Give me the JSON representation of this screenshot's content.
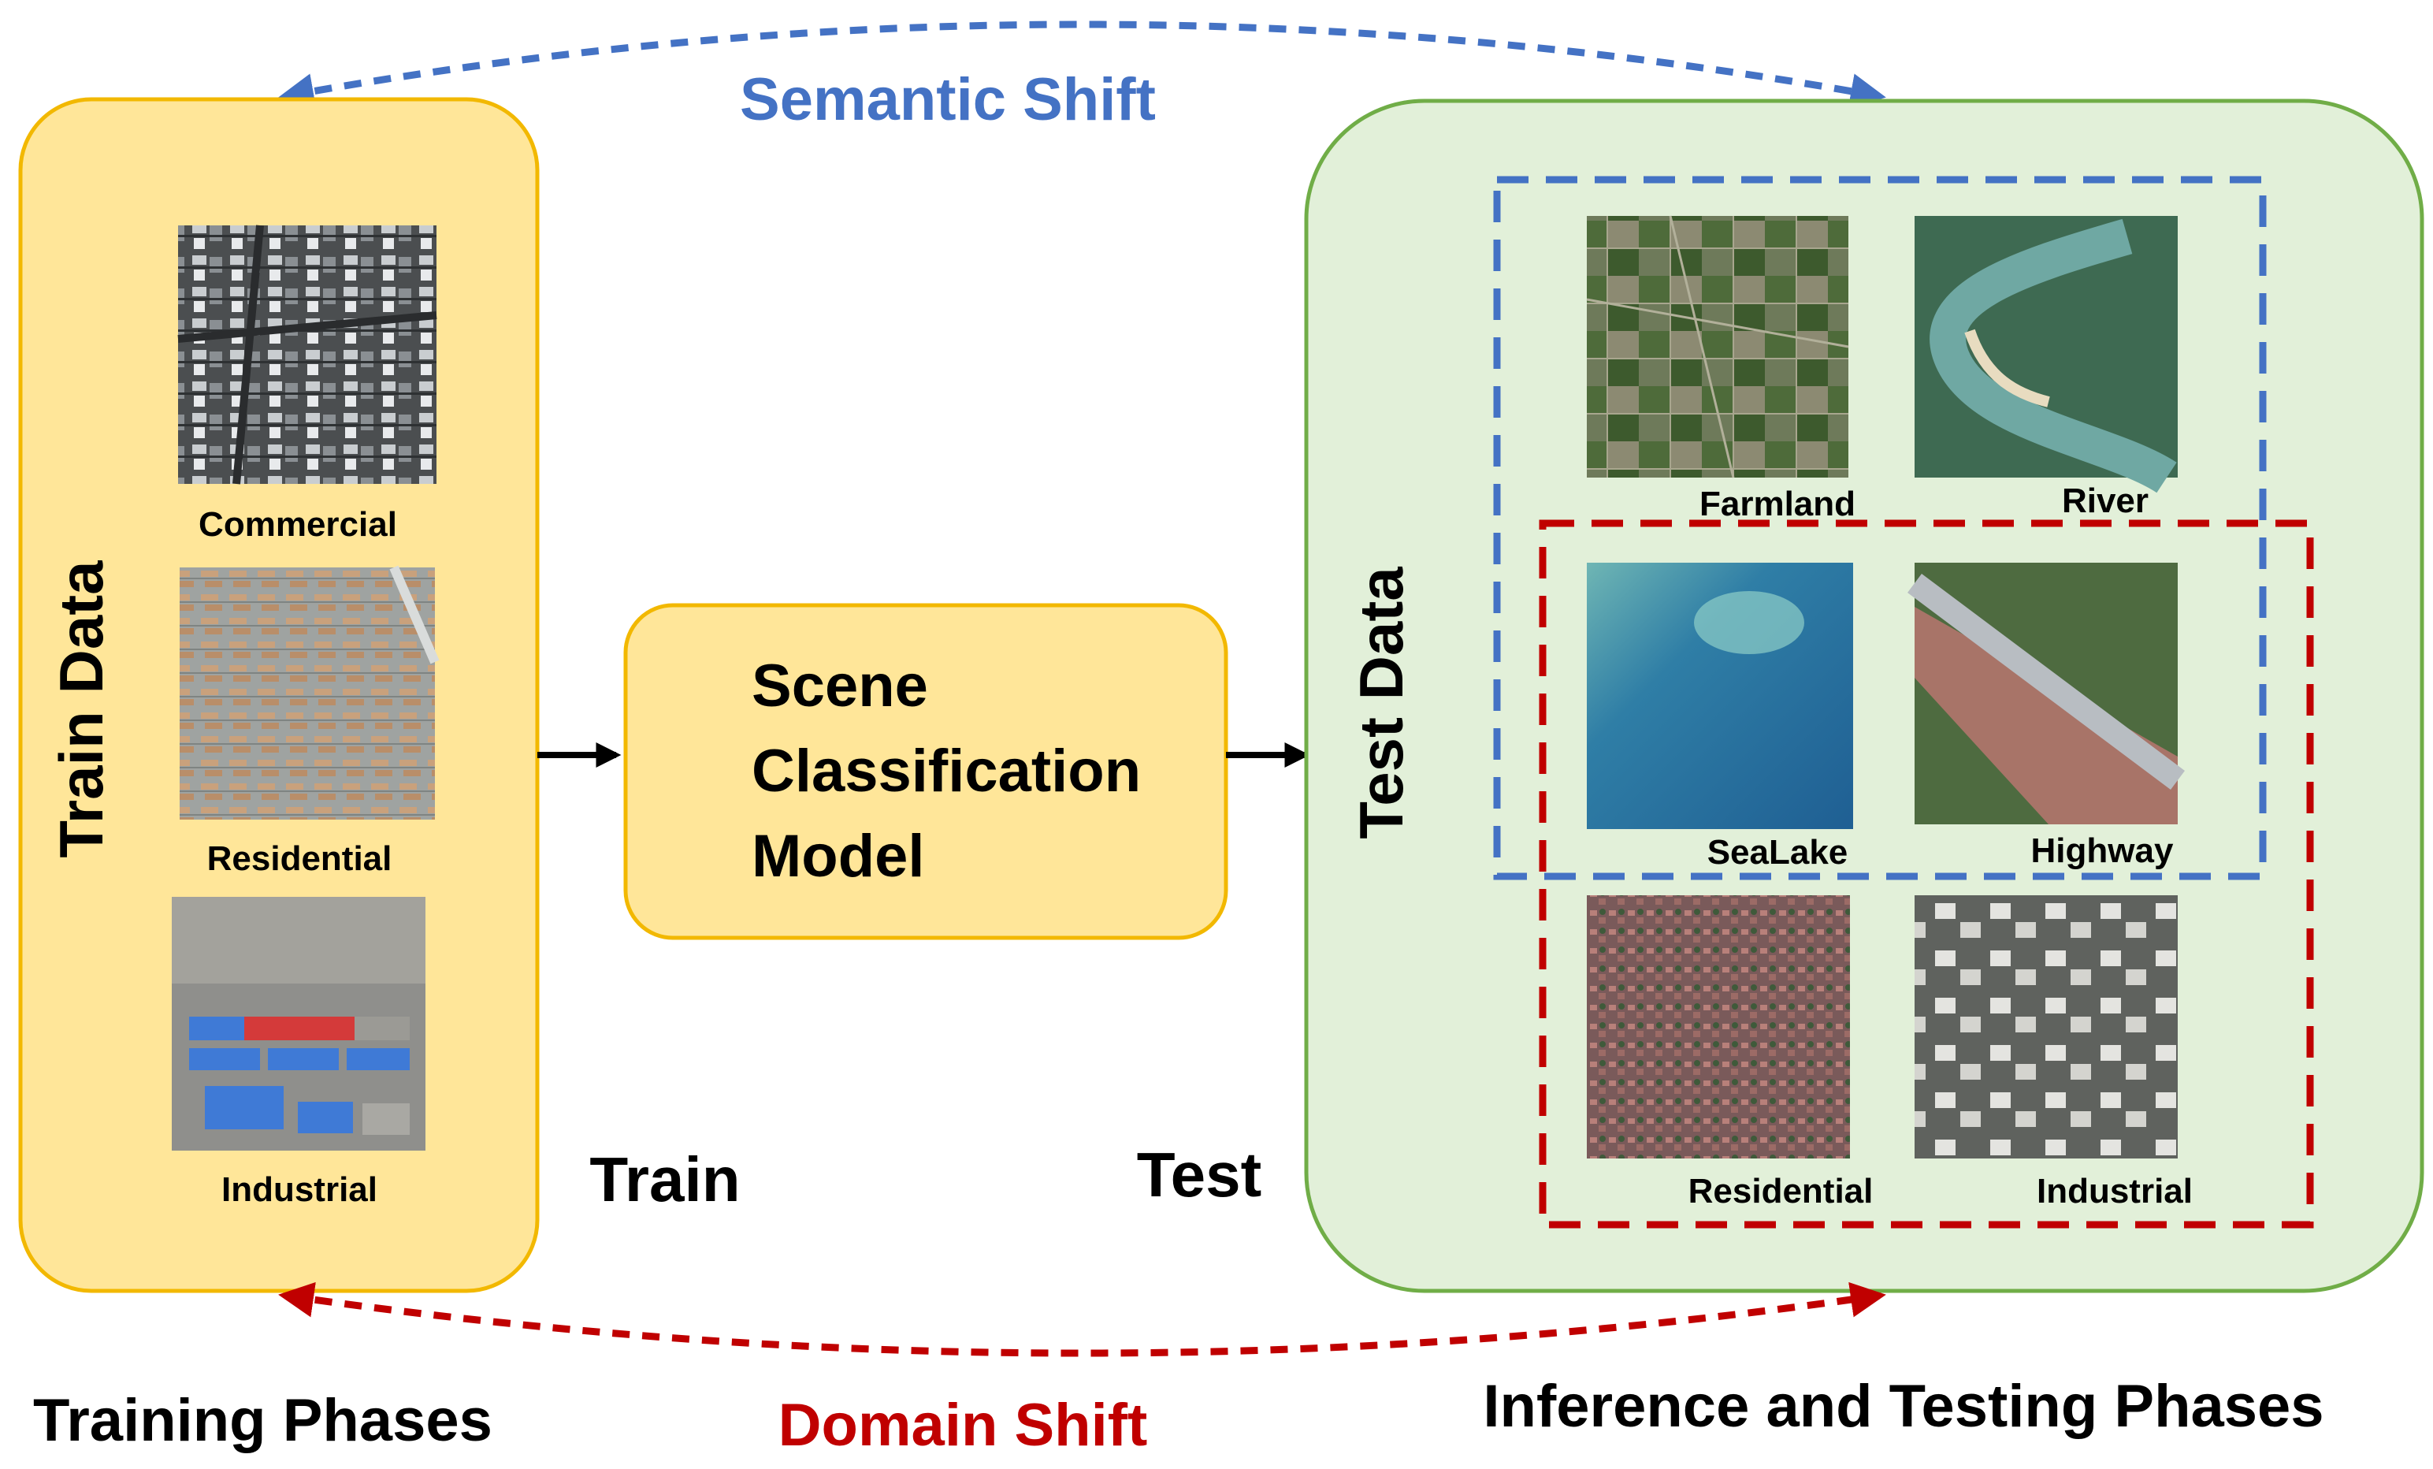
{
  "title_top": "Semantic Shift",
  "title_bottom": "Domain Shift",
  "train_panel": {
    "title": "Train Data",
    "items": [
      {
        "label": "Commercial"
      },
      {
        "label": "Residential"
      },
      {
        "label": "Industrial"
      }
    ]
  },
  "model": {
    "lines": [
      "Scene",
      "Classification",
      "Model"
    ]
  },
  "arrow_labels": {
    "train": "Train",
    "test": "Test"
  },
  "test_panel": {
    "title": "Test Data",
    "items": [
      {
        "label": "Farmland"
      },
      {
        "label": "River"
      },
      {
        "label": "SeaLake"
      },
      {
        "label": "Highway"
      },
      {
        "label": "Residential"
      },
      {
        "label": "Industrial"
      }
    ]
  },
  "phase_labels": {
    "training": "Training Phases",
    "inference": "Inference and Testing Phases"
  },
  "colors": {
    "semantic_shift": "#4472c4",
    "domain_shift": "#c00000",
    "train_fill": "#ffe699",
    "train_stroke": "#f2b800",
    "test_fill": "#e2f0d9",
    "test_stroke": "#70ad47"
  }
}
